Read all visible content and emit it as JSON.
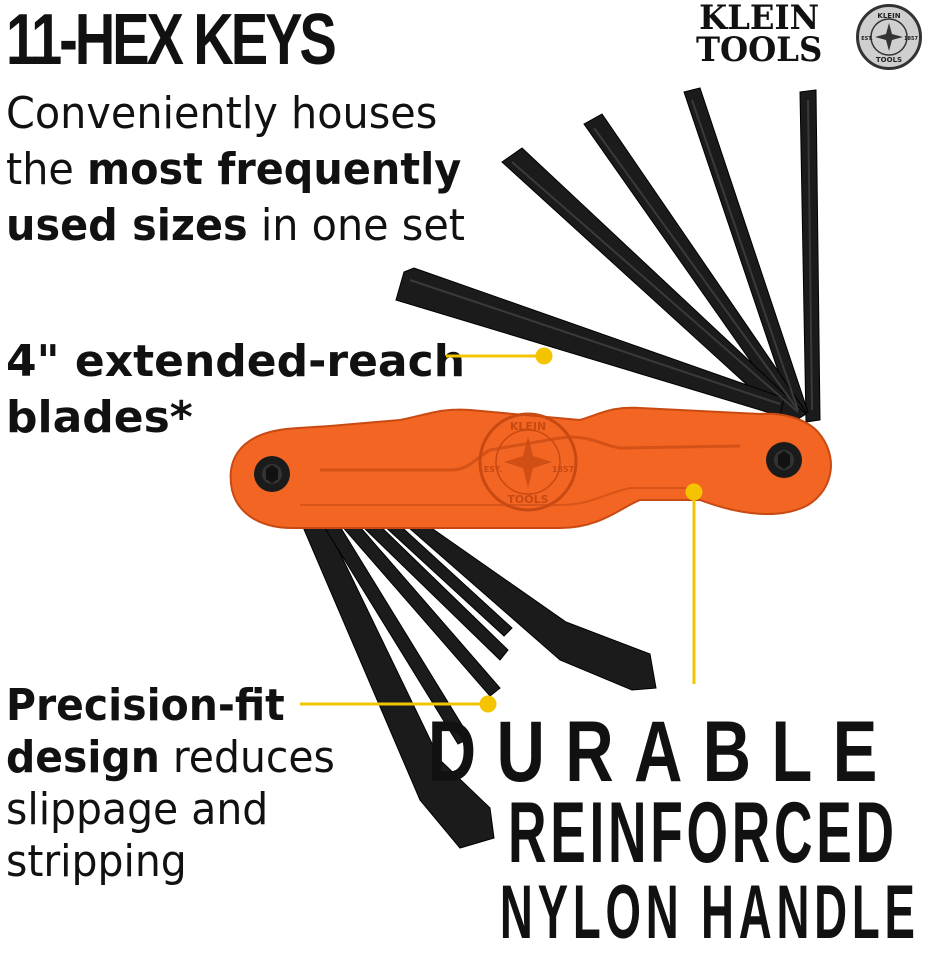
{
  "ad": {
    "title": "11-HEX KEYS",
    "intro": {
      "line1": "Conveniently houses",
      "line2_prefix": "the ",
      "line2_bold": "most frequently",
      "line3_bold": "used sizes",
      "line3_suffix": " in one set"
    },
    "blades": {
      "line1": "4\" extended-reach",
      "line2": "blades*"
    },
    "precision": {
      "line1_bold": "Precision-fit",
      "line2_bold": "design",
      "line2_suffix": " reduces",
      "line3": "slippage and",
      "line4": "stripping"
    },
    "headline": {
      "line1": "DURABLE",
      "line2": "REINFORCED",
      "line3": "NYLON HANDLE"
    }
  },
  "brand": {
    "line1": "KLEIN",
    "line2": "TOOLS",
    "seal_top": "KLEIN",
    "seal_left": "EST.",
    "seal_right": "1857",
    "seal_bottom": "TOOLS"
  },
  "handle_emboss": {
    "top": "KLEIN",
    "left": "EST.",
    "right": "1857",
    "bottom": "TOOLS"
  },
  "colors": {
    "handle": "#f26522",
    "handle_dark": "#c84a12",
    "key": "#1b1b1b",
    "callout": "#f5c400",
    "text": "#111111"
  }
}
